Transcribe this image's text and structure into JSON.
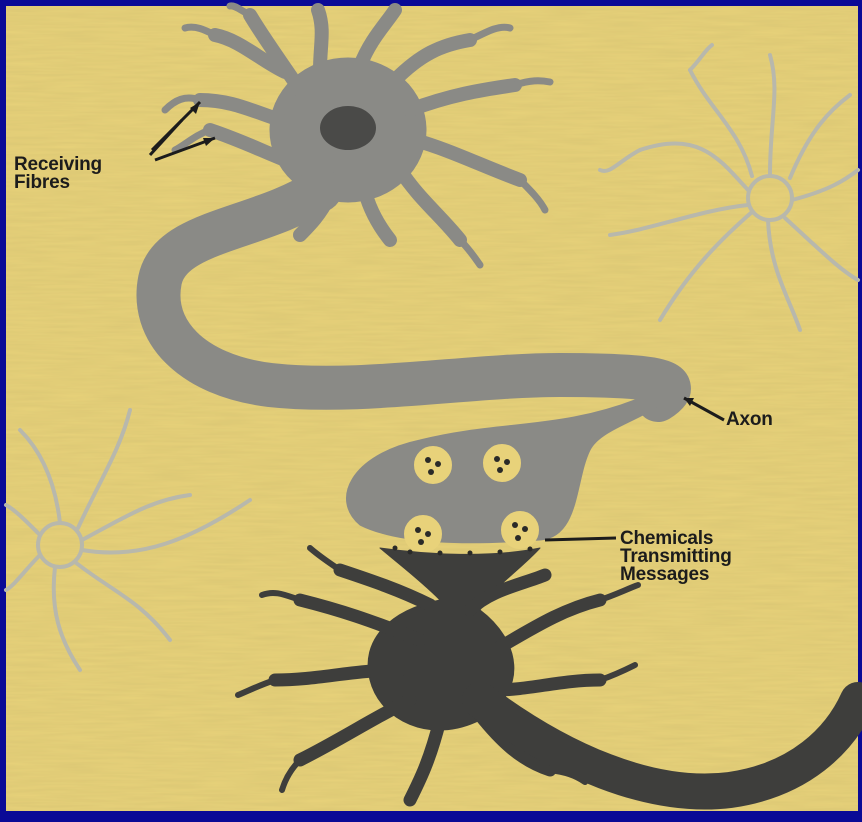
{
  "colors": {
    "frame": "#0a0a96",
    "paper": "#e8d27a",
    "neuron_upper": "#8a8a86",
    "neuron_lower": "#3e3e3c",
    "nucleus": "#4a4a48",
    "ghost_outline": "#b8b8ac",
    "text": "#1c1c1c"
  },
  "labels": {
    "receiving_fibres": [
      "Receiving",
      "Fibres"
    ],
    "axon": "Axon",
    "chemicals": [
      "Chemicals",
      "Transmitting",
      "Messages"
    ]
  }
}
